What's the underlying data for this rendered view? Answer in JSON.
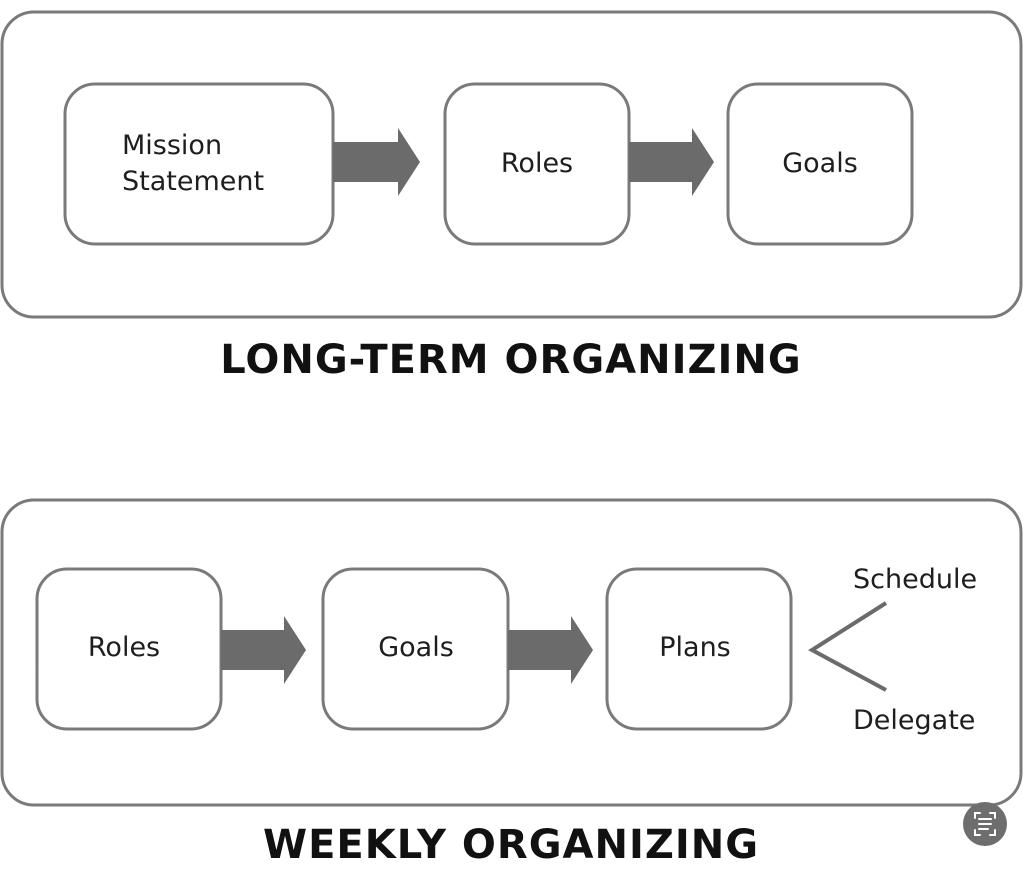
{
  "long_term": {
    "title": "LONG-TERM ORGANIZING",
    "steps": [
      {
        "line1": "Mission",
        "line2": "Statement"
      },
      {
        "label": "Roles"
      },
      {
        "label": "Goals"
      }
    ]
  },
  "weekly": {
    "title": "WEEKLY ORGANIZING",
    "steps": [
      {
        "label": "Roles"
      },
      {
        "label": "Goals"
      },
      {
        "label": "Plans"
      }
    ],
    "branches": [
      "Schedule",
      "Delegate"
    ]
  },
  "colors": {
    "stroke": "#7a7a7a",
    "arrow": "#6b6b6b",
    "button": "#6e6e6e"
  }
}
